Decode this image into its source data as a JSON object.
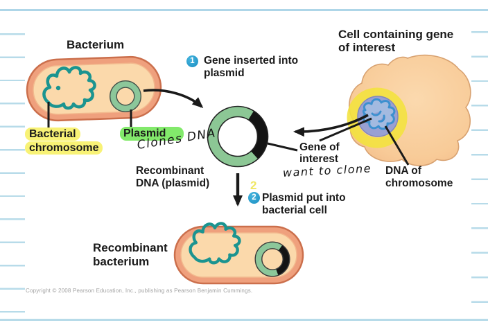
{
  "diagram": {
    "title_labels": {
      "bacterium": "Bacterium",
      "cell_containing_gene": "Cell containing gene of interest",
      "recombinant_bacterium": "Recombinant bacterium"
    },
    "part_labels": {
      "bacterial_chromosome": "Bacterial chromosome",
      "plasmid": "Plasmid",
      "recombinant_dna": "Recombinant DNA (plasmid)",
      "gene_of_interest": "Gene of interest",
      "dna_of_chromosome": "DNA of chromosome"
    },
    "steps": [
      {
        "number": "1",
        "text": "Gene inserted into plasmid"
      },
      {
        "number": "2",
        "text": "Plasmid put into bacterial cell"
      }
    ],
    "handwritten_notes": {
      "clones_dna": "Clones DNA",
      "want_to_clone": "want to clone",
      "step2_mark": "2"
    },
    "copyright": "Copyright © 2008 Pearson Education, Inc., publishing as Pearson Benjamin Cummings.",
    "colors": {
      "highlight_yellow": "#f8f276",
      "highlight_green": "#82e96b",
      "step_badge_blue": "#1f9ccd",
      "plasmid_green": "#8cc795",
      "chromosome_teal": "#1b9490",
      "cell_fill": "#f9d0a1",
      "cell_outline": "#c96a45",
      "nucleus_blue": "#99a0d2",
      "nucleus_dna_blue": "#3d90cf",
      "highlighter_ring_yellow": "#f2e33c",
      "notebook_line_blue": "#b7dbe9",
      "gene_insert_black": "#1a1a1a"
    }
  }
}
